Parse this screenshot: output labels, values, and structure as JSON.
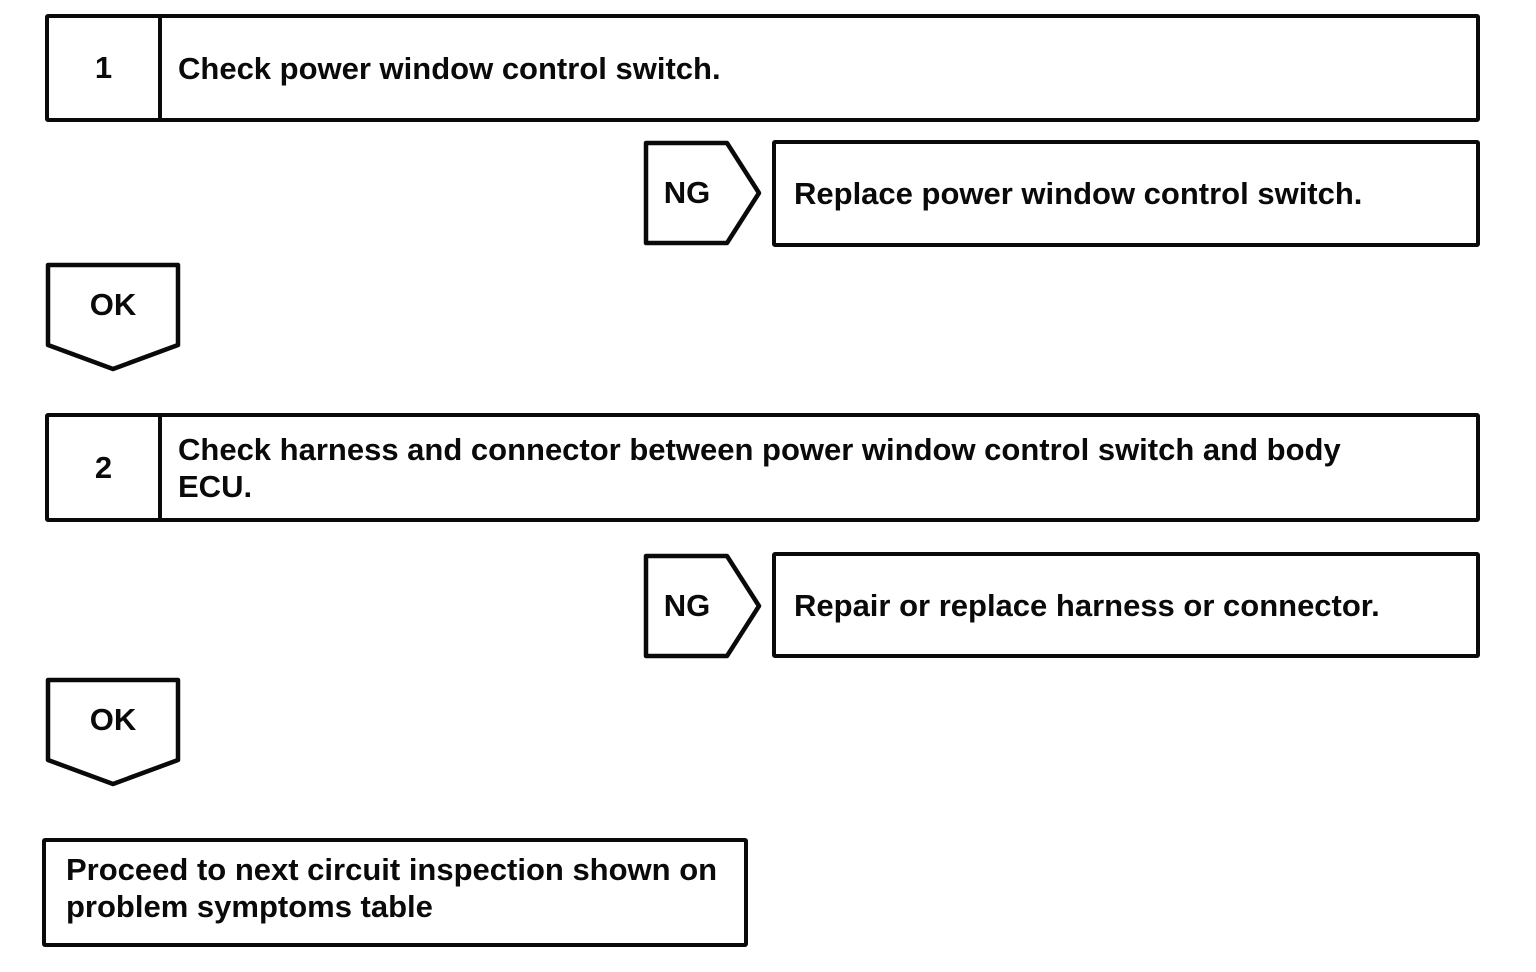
{
  "page": {
    "background": "#ffffff",
    "ink": "#0a0a0a"
  },
  "flowchart": {
    "steps": [
      {
        "number": "1",
        "instruction": "Check power window control switch.",
        "ng": {
          "label": "NG",
          "action": "Replace power window control switch."
        },
        "ok": {
          "label": "OK"
        }
      },
      {
        "number": "2",
        "instruction": "Check harness and connector between power window control switch and body ECU.",
        "ng": {
          "label": "NG",
          "action": "Repair or replace harness or connector."
        },
        "ok": {
          "label": "OK"
        }
      }
    ],
    "terminal": {
      "text": "Proceed to next circuit inspection shown on problem symptoms table"
    },
    "icons": {
      "ng_shape": "right-pointing-pentagon-arrow",
      "ok_shape": "down-pointing-pentagon"
    }
  }
}
